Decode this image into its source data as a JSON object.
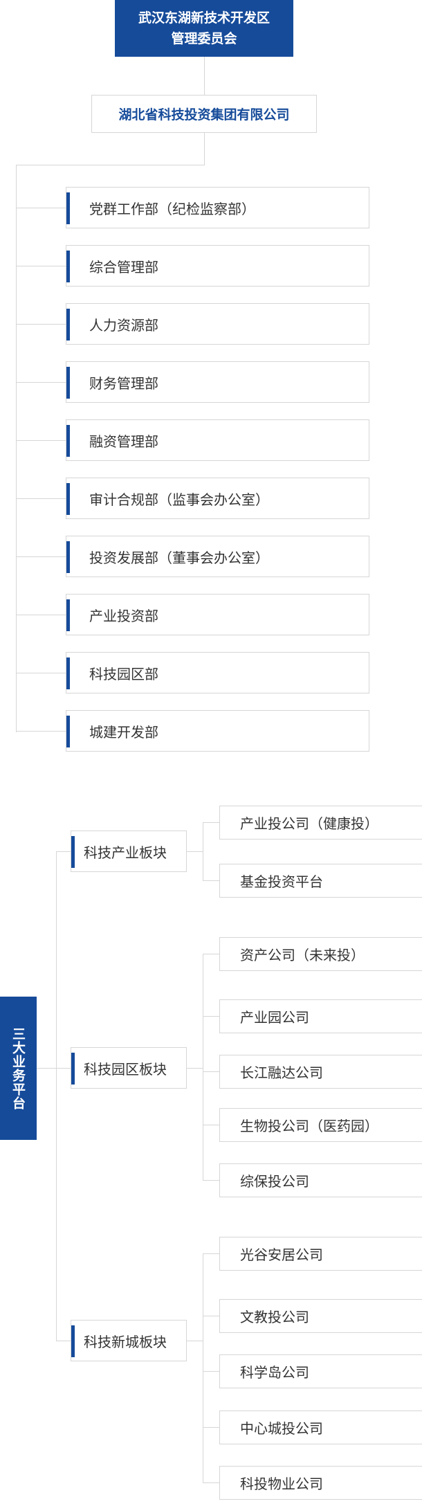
{
  "top": {
    "line1": "武汉东湖新技术开发区",
    "line2": "管理委员会"
  },
  "group": {
    "name": "湖北省科技投资集团有限公司"
  },
  "departments": [
    "党群工作部（纪检监察部）",
    "综合管理部",
    "人力资源部",
    "财务管理部",
    "融资管理部",
    "审计合规部（监事会办公室）",
    "投资发展部（董事会办公室）",
    "产业投资部",
    "科技园区部",
    "城建开发部"
  ],
  "platform": {
    "label": "三大业务平台"
  },
  "sectors": [
    {
      "name": "科技产业板块",
      "companies": [
        "产业投公司（健康投）",
        "基金投资平台"
      ]
    },
    {
      "name": "科技园区板块",
      "companies": [
        "资产公司（未来投）",
        "产业园公司",
        "长江融达公司",
        "生物投公司（医药园）",
        "综保投公司"
      ]
    },
    {
      "name": "科技新城板块",
      "companies": [
        "光谷安居公司",
        "文教投公司",
        "科学岛公司",
        "中心城投公司",
        "科投物业公司"
      ]
    }
  ],
  "colors": {
    "brand_blue": "#164b9a",
    "border_gray": "#d6d6d6",
    "text": "#333333"
  }
}
